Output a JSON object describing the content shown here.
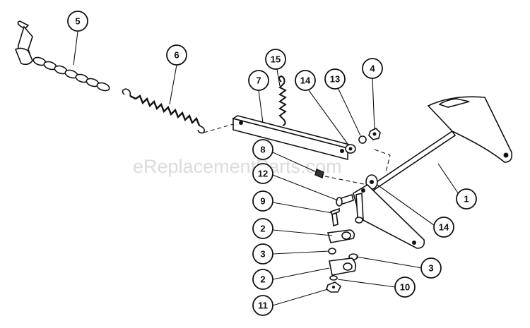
{
  "diagram": {
    "watermark": "eReplacementParts.com",
    "callouts": [
      {
        "id": "c5",
        "label": "5"
      },
      {
        "id": "c6",
        "label": "6"
      },
      {
        "id": "c15",
        "label": "15"
      },
      {
        "id": "c7",
        "label": "7"
      },
      {
        "id": "c14a",
        "label": "14"
      },
      {
        "id": "c13",
        "label": "13"
      },
      {
        "id": "c4",
        "label": "4"
      },
      {
        "id": "c8",
        "label": "8"
      },
      {
        "id": "c12",
        "label": "12"
      },
      {
        "id": "c9",
        "label": "9"
      },
      {
        "id": "c2a",
        "label": "2"
      },
      {
        "id": "c3a",
        "label": "3"
      },
      {
        "id": "c2b",
        "label": "2"
      },
      {
        "id": "c11",
        "label": "11"
      },
      {
        "id": "c1",
        "label": "1"
      },
      {
        "id": "c14b",
        "label": "14"
      },
      {
        "id": "c3b",
        "label": "3"
      },
      {
        "id": "c10",
        "label": "10"
      }
    ]
  }
}
